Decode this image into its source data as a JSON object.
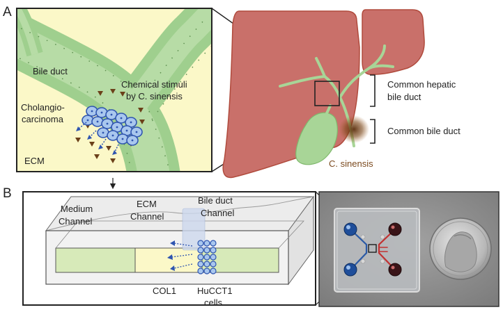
{
  "panels": {
    "a": {
      "letter": "A"
    },
    "b": {
      "letter": "B"
    }
  },
  "inset": {
    "bile_duct": "Bile duct",
    "chemical_stimuli_line1": "Chemical stimuli",
    "chemical_stimuli_line2": "by C. sinensis",
    "cholangio_line1": "Cholangio-",
    "cholangio_line2": "carcinoma",
    "ecm": "ECM"
  },
  "liver": {
    "common_hepatic_line1": "Common hepatic",
    "common_hepatic_line2": "bile duct",
    "common_bile_duct": "Common bile duct",
    "c_sinensis": "C. sinensis"
  },
  "device": {
    "medium_line1": "Medium",
    "medium_line2": "Channel",
    "ecm_line1": "ECM",
    "ecm_line2": "Channel",
    "bile_line1": "Bile duct",
    "bile_line2": "Channel",
    "col1": "COL1",
    "hucct1_line1": "HuCCT1",
    "hucct1_line2": "cells"
  },
  "colors": {
    "ecm_yellow": "#fbf8c8",
    "duct_green": "#9fcf8e",
    "liver_red": "#c9706a",
    "liver_outline": "#b04a3c",
    "cell_blue": "#a9c7ee",
    "cell_outline": "#2f55b0",
    "stimulus_brown": "#6b4019",
    "c_sinensis_text": "#7b4a1e",
    "photo_gray": "#8c8c8c"
  }
}
